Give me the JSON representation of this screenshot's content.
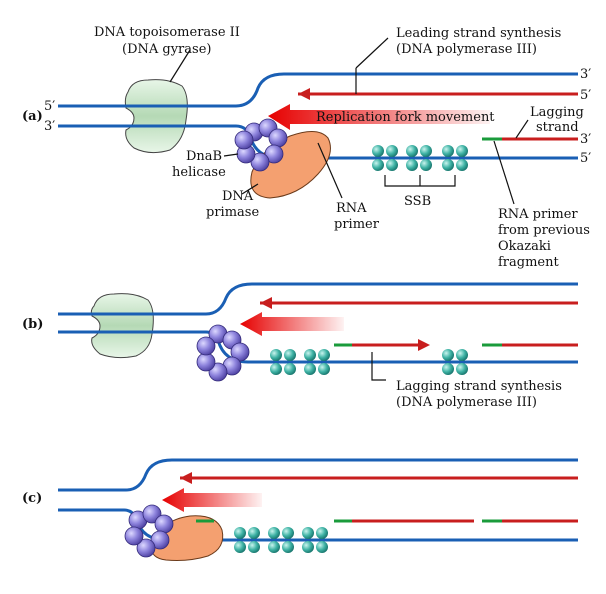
{
  "panels": {
    "a": {
      "letter": "(a)"
    },
    "b": {
      "letter": "(b)"
    },
    "c": {
      "letter": "(c)"
    }
  },
  "labels": {
    "topoisomerase_l1": "DNA topoisomerase II",
    "topoisomerase_l2": "(DNA gyrase)",
    "leading_l1": "Leading strand synthesis",
    "leading_l2": "(DNA polymerase III)",
    "five_prime": "5′",
    "three_prime": "3′",
    "fork_movement": "Replication fork movement",
    "lagging_l1": "Lagging",
    "lagging_l2": "strand",
    "dnab_l1": "DnaB",
    "dnab_l2": "helicase",
    "primase_l1": "DNA",
    "primase_l2": "primase",
    "rna_primer_l1": "RNA",
    "rna_primer_l2": "primer",
    "ssb": "SSB",
    "prev_primer_l1": "RNA primer",
    "prev_primer_l2": "from previous",
    "prev_primer_l3": "Okazaki",
    "prev_primer_l4": "fragment",
    "lagging_synth_l1": "Lagging strand synthesis",
    "lagging_synth_l2": "(DNA polymerase III)"
  },
  "colors": {
    "dna_strand": "#1a5fb4",
    "new_strand": "#c81e1e",
    "rna_primer": "#1a9b3b",
    "helicase": "#7a6fd0",
    "primase": "#f4a070",
    "ssb": "#2aa89a",
    "gyrase": "#d8efd8"
  }
}
